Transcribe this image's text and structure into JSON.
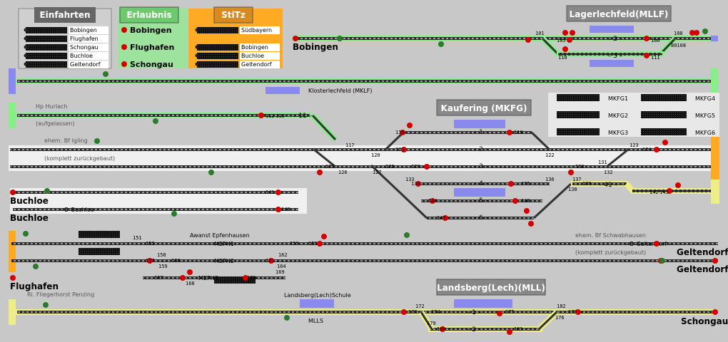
{
  "panels": {
    "einfahrten": {
      "title": "Einfahrten",
      "color": "#666666",
      "items": [
        "Bobingen",
        "Flughafen",
        "Schongau",
        "Buchloe",
        "Geltendorf"
      ]
    },
    "erlaubnis": {
      "title": "Erlaubnis",
      "color": "#6cc96c",
      "items": [
        "Bobingen",
        "Flughafen",
        "Schongau"
      ]
    },
    "stitz": {
      "title": "StiTz",
      "color": "#ff9900",
      "items": [
        "Südbayern",
        "Bobingen",
        "Buchloe",
        "Geltendorf"
      ]
    }
  },
  "stations": {
    "lagerlechfeld": "Lagerlechfeld(MLLF)",
    "kaufering": "Kaufering (MKFG)",
    "landsberg": "Landsberg(Lech)(MLL)"
  },
  "mkfg_labels": [
    "MKFG1",
    "MKFG2",
    "MKFG3",
    "MKFG4",
    "MKFG5",
    "MKFG6"
  ],
  "places": {
    "bobingen": "Bobingen",
    "klosterlechfeld": "Klosterlechfeld (MKLF)",
    "hp_hurlach": "Hp Hurlach",
    "aufgelassen": "(aufgelassen)",
    "igling": "ehem. Bf Igling",
    "igling_note": "(komplett zurückgebaut)",
    "buchloe1": "Buchloe",
    "buchloe2": "Buchloe",
    "e_buchloe": "– E–Buchloe –",
    "awanst": "Awanst Epfenhausen",
    "meph1": "MEPH1",
    "meph2": "MEPH2",
    "meph3": "MEPH3",
    "schwabhausen": "ehem. Bf Schwabhausen",
    "schwab_note": "(komplett zurückgebaut)",
    "e_geltendorf": "– E–Geltendorf –",
    "geltendorf1": "Geltendorf",
    "geltendorf2": "Geltendorf",
    "flughafen": "Flughafen",
    "penzing": "Ri. Fliegerhorst Penzing",
    "schule": "Landsberg(Lech)Schule",
    "mlls": "MLLS",
    "schongau": "Schongau"
  },
  "track_labels": {
    "lf2": "– 2 –",
    "lf3": "– 3 –",
    "t11": "– 11 –",
    "k1": "– 1 –",
    "k2": "– 2 –",
    "k3": "– 3 –",
    "k4": "– 4 –",
    "k5": "– 5 –",
    "k6": "– 6 –",
    "k41": "– 41 –",
    "l1": "– 1 –",
    "l2": "– 2 –"
  },
  "numbers": {
    "n101": "101",
    "n105": "105",
    "n106": "106",
    "n108": "108",
    "n110": "110",
    "n111": "111",
    "n80108": "80108",
    "n112": "112",
    "n113": "113",
    "n116": "116",
    "n117": "117",
    "n118": "118",
    "n120": "120",
    "n121": "121",
    "n122": "122",
    "n123": "123",
    "n124": "124",
    "n125": "125",
    "n126": "126",
    "n127": "127",
    "n128": "128",
    "n129": "129",
    "n130": "130",
    "n131": "131",
    "n132": "132",
    "n133": "133",
    "n134": "134",
    "n135": "135",
    "n136": "136",
    "n137": "137",
    "n138": "138",
    "n139": "139",
    "n140": "140",
    "n141": "141",
    "n142": "142",
    "n143": "143",
    "n144": "144",
    "n145": "145",
    "n148": "148",
    "n151": "151",
    "n152": "152",
    "n153": "153",
    "n155": "155",
    "n157": "157",
    "n158": "158",
    "n159": "159",
    "n160": "160",
    "n161": "161",
    "n162": "162",
    "n164": "164",
    "n167": "167",
    "n168": "168",
    "n169": "169",
    "n170": "170",
    "n171": "171",
    "n172": "172",
    "n173": "173",
    "n174": "174",
    "n175": "175",
    "n176": "176",
    "n177": "177",
    "n179": "179",
    "n180": "180",
    "n181": "181",
    "n182": "182",
    "n8013": "80130"
  }
}
